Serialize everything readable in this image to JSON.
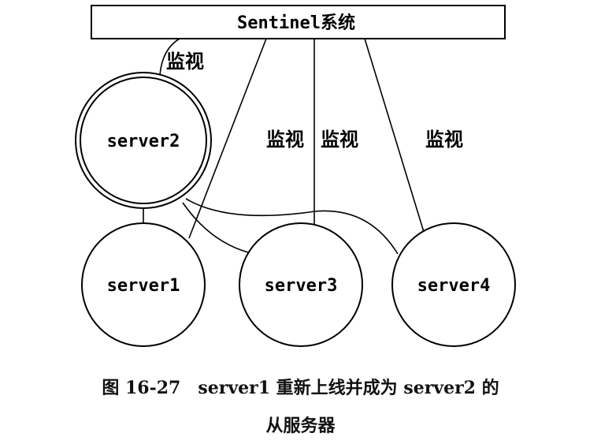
{
  "sentinel": {
    "label": "Sentinel系统"
  },
  "monitor_labels": [
    "监视",
    "监视",
    "监视",
    "监视"
  ],
  "servers": {
    "server1": "server1",
    "server2": "server2",
    "server3": "server3",
    "server4": "server4"
  },
  "caption": {
    "line1": "图 16-27　server1 重新上线并成为 server2 的",
    "line2": "从服务器"
  }
}
